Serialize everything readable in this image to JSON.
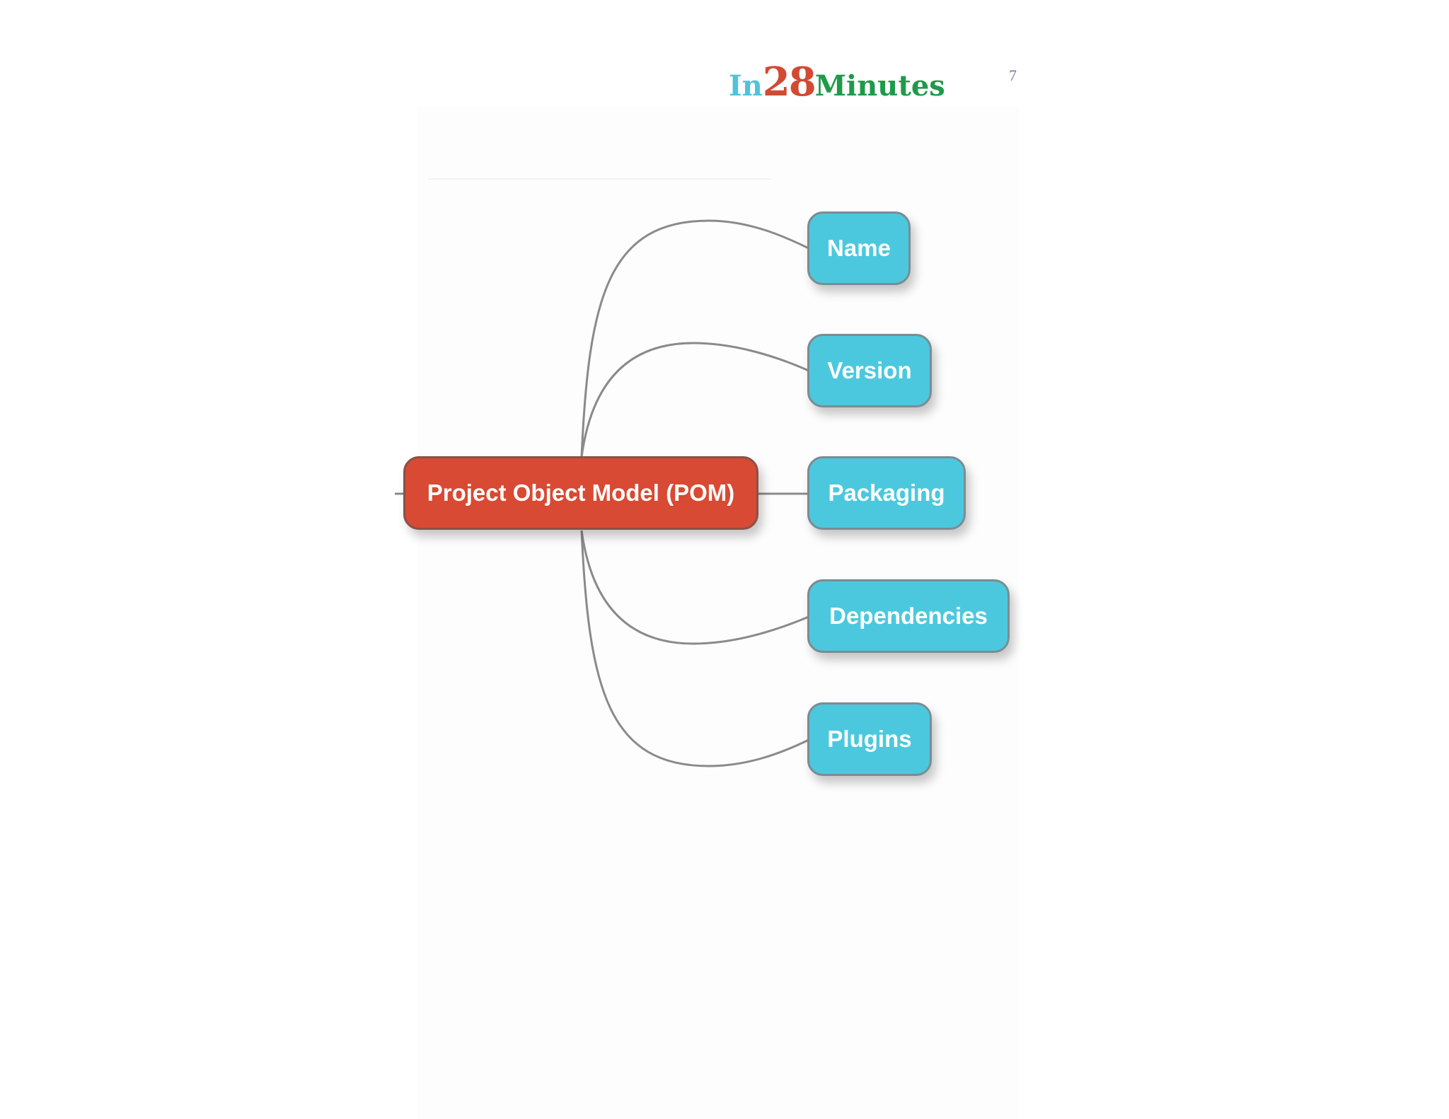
{
  "header": {
    "logo": {
      "part1": "In",
      "part2": "28",
      "part3": "Minutes"
    },
    "page_number": "7"
  },
  "diagram": {
    "root": {
      "label": "Project Object Model (POM)"
    },
    "children": [
      {
        "label": "Name"
      },
      {
        "label": "Version"
      },
      {
        "label": "Packaging"
      },
      {
        "label": "Dependencies"
      },
      {
        "label": "Plugins"
      }
    ]
  },
  "colors": {
    "root_fill": "#d84a33",
    "child_fill": "#4cc8de",
    "connector": "#8a8a8a",
    "logo_in": "#4fc3d9",
    "logo_28": "#d24a32",
    "logo_minutes": "#1f9a4a"
  }
}
